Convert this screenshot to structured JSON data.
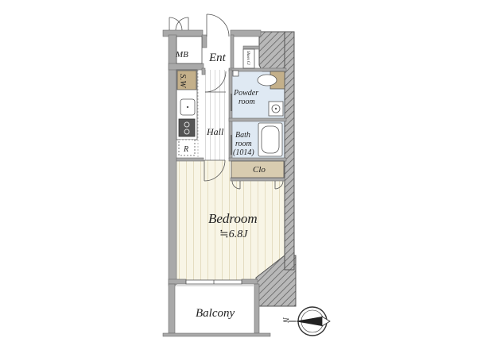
{
  "rooms": {
    "mb": "MB",
    "ent": "Ent",
    "shoes_cl": "Shoes Cl",
    "sw": "S.W",
    "powder_room": [
      "Powder",
      "room"
    ],
    "hall": "Hall",
    "bathroom": [
      "Bath",
      "room",
      "(1014)"
    ],
    "refrigerator": "R",
    "clo": "Clo",
    "bedroom": "Bedroom",
    "bedroom_size": "≒6.8J",
    "balcony": "Balcony"
  },
  "compass": {
    "north": "N"
  },
  "colors": {
    "wall": "#a9a9a9",
    "floor_wood": "#f8f5e6",
    "floor_tile": "#dfe9f3",
    "closet": "#d8ccb0",
    "fixture": "#c4b08a",
    "hatch": "#555555"
  }
}
